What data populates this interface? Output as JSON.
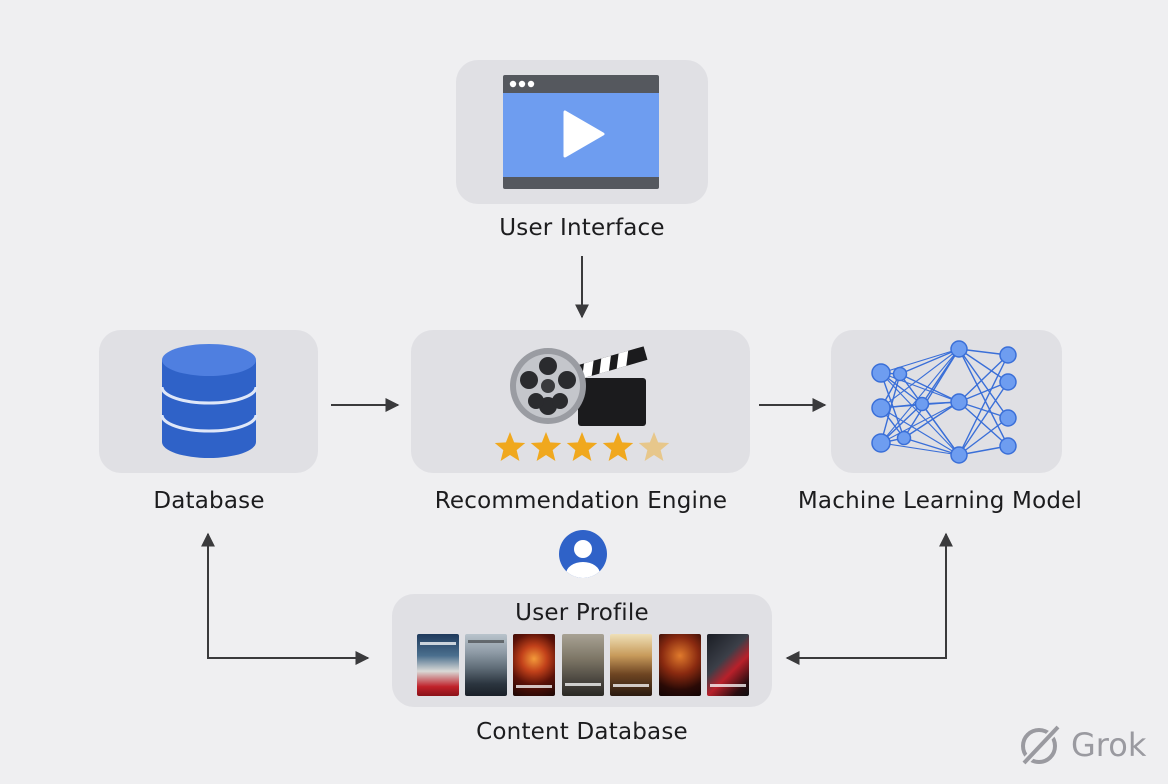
{
  "nodes": {
    "user_interface": {
      "label": "User Interface"
    },
    "database": {
      "label": "Database"
    },
    "recommendation_engine": {
      "label": "Recommendation Engine"
    },
    "ml_model": {
      "label": "Machine Learning Model"
    },
    "user_profile": {
      "label": "User Profile"
    },
    "content_database": {
      "label": "Content Database"
    }
  },
  "rating": {
    "stars": 4.5,
    "max": 5
  },
  "watermark": {
    "text": "Grok"
  },
  "colors": {
    "background": "#efeff1",
    "card": "#e0e0e4",
    "accent_blue": "#2f62c8",
    "screen_blue": "#6e9df0",
    "star": "#f0a81e",
    "arrow": "#3a3a3c"
  },
  "icons": [
    "video-player-icon",
    "database-icon",
    "film-reel-clapperboard-icon",
    "star-icon",
    "neural-network-icon",
    "user-avatar-icon",
    "grok-logo-icon"
  ]
}
